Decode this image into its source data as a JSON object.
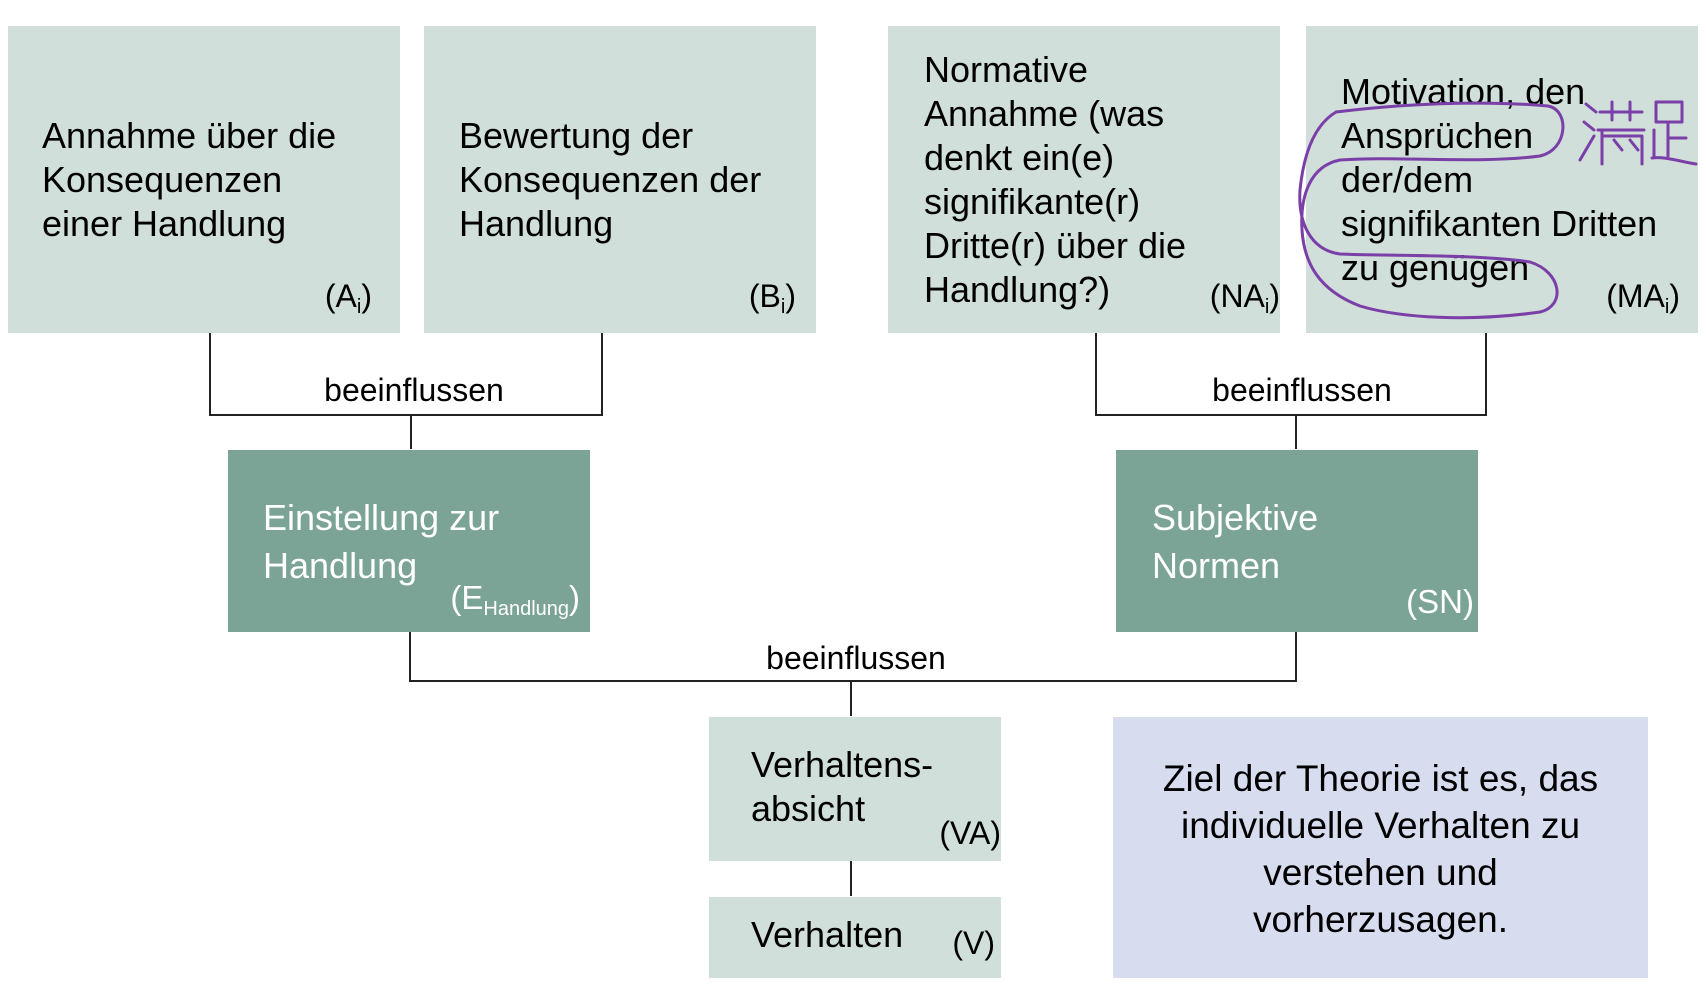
{
  "boxes": {
    "a": {
      "lines": [
        "Annahme über die",
        "Konsequenzen",
        "einer Handlung"
      ],
      "tag_main": "(A",
      "tag_sub": "i",
      "tag_end": ")"
    },
    "b": {
      "lines": [
        "Bewertung der",
        "Konsequenzen der",
        "Handlung"
      ],
      "tag_main": "(B",
      "tag_sub": "i",
      "tag_end": ")"
    },
    "na": {
      "lines": [
        "Normative",
        "Annahme (was",
        "denkt ein(e)",
        "signifikante(r)",
        "Dritte(r) über die",
        "Handlung?)"
      ],
      "tag_main": "(NA",
      "tag_sub": "i",
      "tag_end": ")"
    },
    "ma": {
      "lines": [
        "Motivation, den",
        "Ansprüchen",
        "der/dem",
        "signifikanten Dritten",
        "zu genügen"
      ],
      "tag_main": "(MA",
      "tag_sub": "i",
      "tag_end": ")"
    },
    "e": {
      "lines": [
        "Einstellung zur",
        "Handlung"
      ],
      "tag_main": "(E",
      "tag_sub": "Handlung",
      "tag_end": ")"
    },
    "sn": {
      "lines": [
        "Subjektive",
        "Normen"
      ],
      "tag": "(SN)"
    },
    "va": {
      "lines": [
        "Verhaltens-",
        "absicht"
      ],
      "tag": "(VA)"
    },
    "v": {
      "lines": [
        "Verhalten"
      ],
      "tag": "(V)"
    }
  },
  "connectors": {
    "left": "beeinflussen",
    "right": "beeinflussen",
    "bottom": "beeinflussen"
  },
  "goal": {
    "lines": [
      "Ziel der Theorie ist es, das",
      "individuelle Verhalten zu",
      "verstehen und",
      "vorherzusagen."
    ]
  },
  "annotation": {
    "handwriting": "满足",
    "ink_color": "#7b3fa8"
  },
  "colors": {
    "light_box": "#d0dfd9",
    "dark_box": "#7ba496",
    "goal_box": "#d8dcef"
  }
}
